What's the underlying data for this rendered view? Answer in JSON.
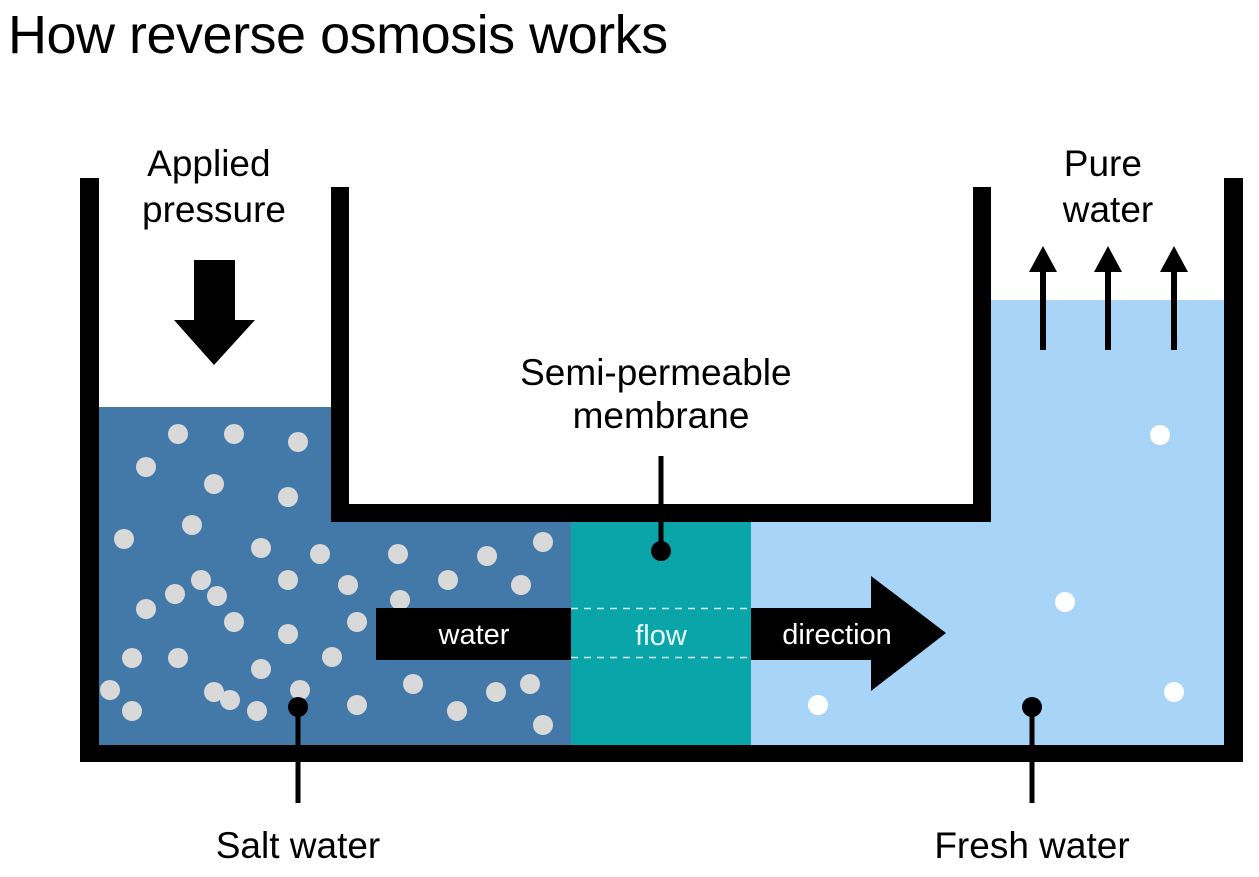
{
  "title": "How reverse osmosis works",
  "labels": {
    "applied_pressure": [
      "Applied",
      "pressure"
    ],
    "pure_water": [
      "Pure",
      "water"
    ],
    "membrane": [
      "Semi-permeable",
      "membrane"
    ],
    "salt_water": "Salt water",
    "fresh_water": "Fresh water"
  },
  "flow_arrow": {
    "segments": [
      "water",
      "flow",
      "direction"
    ]
  },
  "colors": {
    "salt_water": "#4379a8",
    "membrane": "#0aa5a8",
    "fresh_water": "#a8d4f7",
    "salt_particle": "#d9d9d9",
    "fresh_particle": "#ffffff",
    "outline": "#000000"
  },
  "particles": {
    "salt_count": 42,
    "fresh_count": 4
  }
}
